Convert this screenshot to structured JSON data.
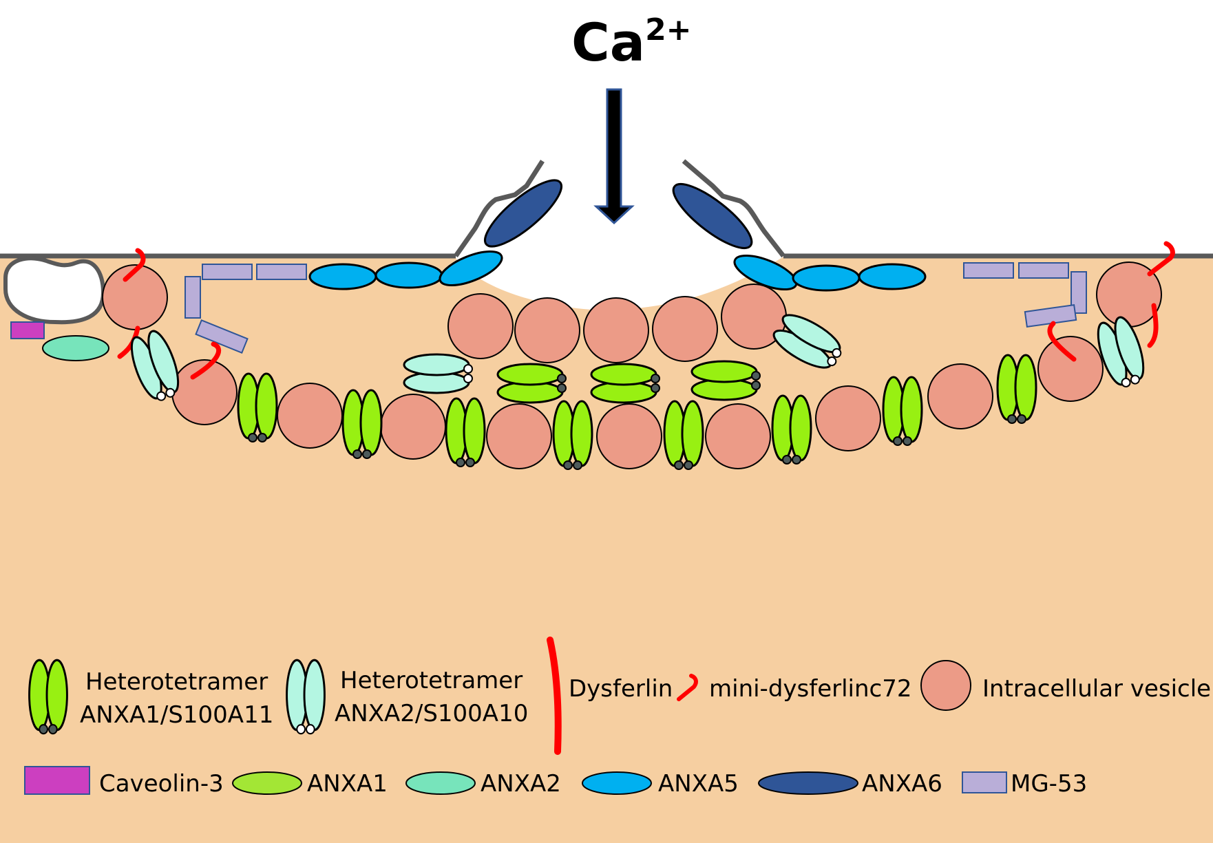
{
  "ion": {
    "symbol": "Ca",
    "charge": "2+"
  },
  "colors": {
    "cytoplasm": "#f6cfa1",
    "membrane": "#595959",
    "vesicle": "#ec9b87",
    "anxa1": "#a3e635",
    "anxa1_tetramer": "#98f012",
    "anxa2": "#77e4bb",
    "anxa2_tetramer": "#b4f6e2",
    "anxa5": "#00b0f0",
    "anxa6": "#2f5597",
    "mg53": "#b9aed8",
    "caveolin3": "#cc3fc0",
    "dysferlin": "#ff0000",
    "s100a11": "#4d5b5b",
    "s100a10": "#ffffff"
  },
  "legend": {
    "het1_line1": "Heterotetramer",
    "het1_line2": "ANXA1/S100A11",
    "het2_line1": "Heterotetramer",
    "het2_line2": "ANXA2/S100A10",
    "dysferlin": "Dysferlin",
    "mini_dysferlin": "mini-dysferlinc72",
    "vesicle": "Intracellular vesicle",
    "caveolin": "Caveolin-3",
    "anxa1": "ANXA1",
    "anxa2": "ANXA2",
    "anxa5": "ANXA5",
    "anxa6": "ANXA6",
    "mg53": "MG-53"
  }
}
